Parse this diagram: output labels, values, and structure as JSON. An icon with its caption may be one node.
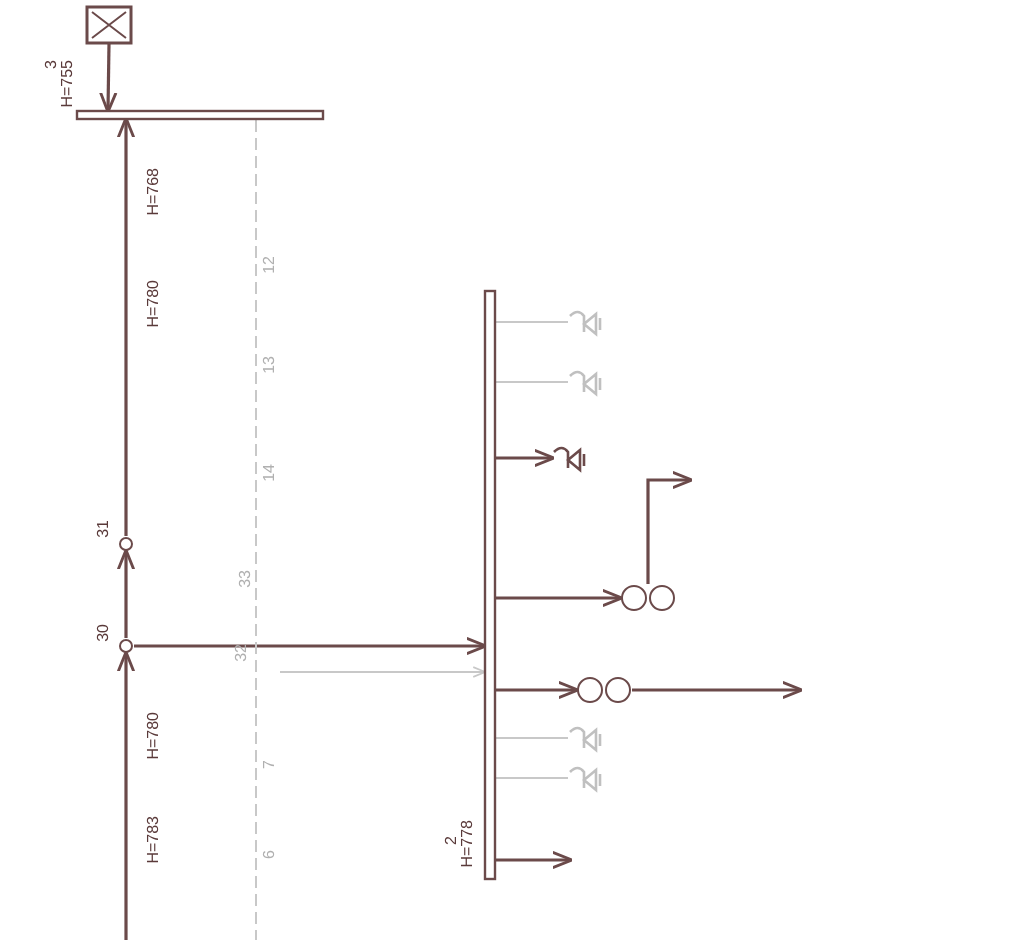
{
  "diagram": {
    "nodes": [
      {
        "text": [],
        "shape": "box"
      },
      {
        "text": [],
        "shape": "bar",
        "beside": [
          "3",
          "H=755"
        ]
      },
      {
        "text": [],
        "shape": "circle",
        "beside": [
          "31"
        ]
      },
      {
        "text": [],
        "shape": "circle",
        "beside": [
          "30"
        ]
      },
      {
        "text": [],
        "shape": "bar",
        "beside": [
          "2",
          "H=778"
        ]
      },
      {
        "text": [],
        "shape": "picture"
      },
      {
        "text": [],
        "shape": "picture"
      },
      {
        "text": [],
        "shape": "picture"
      },
      {
        "text": [],
        "shape": "circle"
      },
      {
        "text": [],
        "shape": "circle"
      },
      {
        "text": [],
        "shape": "picture"
      },
      {
        "text": [],
        "shape": "picture"
      }
    ],
    "edges": [
      {
        "from": 0,
        "to": 1,
        "arrow": "to"
      },
      {
        "from": 2,
        "to": 1,
        "arrow": "to"
      },
      {
        "from": 3,
        "to": 2,
        "arrow": "to"
      },
      {
        "from": null,
        "to": 3,
        "arrow": "to"
      },
      {
        "from": 3,
        "to": 4,
        "arrow": "to"
      },
      {
        "from": 1,
        "to": null,
        "arrow": "none",
        "style": "dashed",
        "color": "#c8c8c8"
      },
      {
        "from": null,
        "to": 4,
        "arrow": "to",
        "color": "#c8c8c8"
      },
      {
        "from": 4,
        "to": 5,
        "arrow": "none",
        "color": "#c8c8c8"
      },
      {
        "from": 4,
        "to": 6,
        "arrow": "none",
        "color": "#c8c8c8"
      },
      {
        "from": 4,
        "to": 7,
        "arrow": "to"
      },
      {
        "from": 4,
        "to": 8,
        "arrow": "to"
      },
      {
        "from": 8,
        "to": null,
        "arrow": "to"
      },
      {
        "from": 4,
        "to": 9,
        "arrow": "to"
      },
      {
        "from": 9,
        "to": null,
        "arrow": "to"
      },
      {
        "from": 4,
        "to": 10,
        "arrow": "none",
        "color": "#c8c8c8"
      },
      {
        "from": 4,
        "to": 11,
        "arrow": "none",
        "color": "#c8c8c8"
      },
      {
        "from": 4,
        "to": null,
        "arrow": "to"
      }
    ],
    "labels": [
      "12",
      "13",
      "14",
      "33",
      "32",
      "7",
      "6",
      "H=768",
      "H=780",
      "H=780",
      "H=783"
    ]
  }
}
